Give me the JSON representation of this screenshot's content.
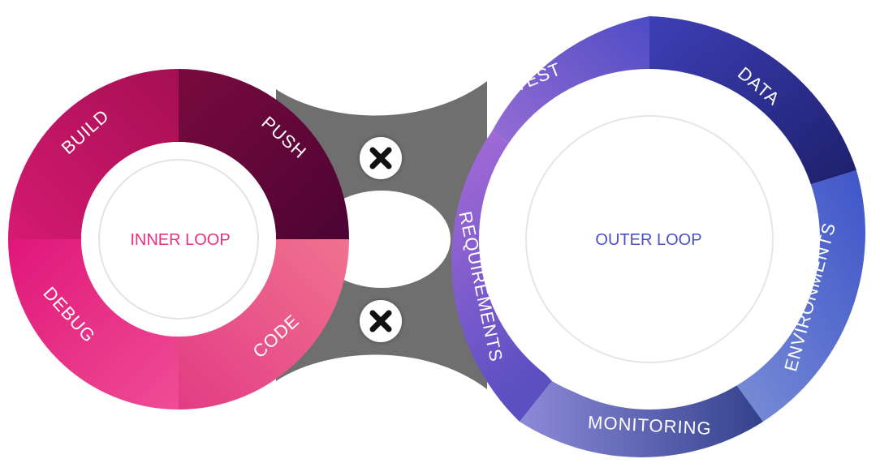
{
  "inner_loop": {
    "title": "INNER LOOP",
    "title_color": "#e7327f",
    "stages": [
      "BUILD",
      "PUSH",
      "CODE",
      "DEBUG"
    ]
  },
  "outer_loop": {
    "title": "OUTER LOOP",
    "title_color": "#4b4fc9",
    "stages": [
      "TEST",
      "DATA",
      "ENVIRONMENTS",
      "MONITORING",
      "REQUIREMENTS"
    ]
  },
  "connectors": [
    {
      "icon": "close-icon"
    },
    {
      "icon": "close-icon"
    }
  ],
  "colors": {
    "connector": "#6f6f6f",
    "badge": "#ffffff",
    "mark": "#111111"
  }
}
